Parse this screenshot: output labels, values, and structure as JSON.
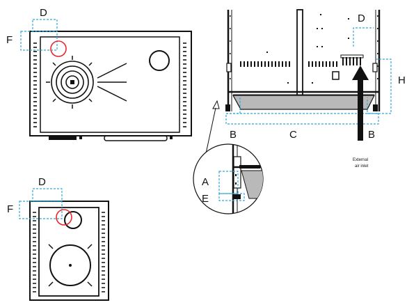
{
  "labels": {
    "top_left_D": "D",
    "top_left_F": "F",
    "bottom_left_D": "D",
    "bottom_left_F": "F",
    "right_D": "D",
    "right_H": "H",
    "right_B_left": "B",
    "right_C": "C",
    "right_B_right": "B",
    "detail_A": "A",
    "detail_E": "E",
    "air_inlet_line1": "External",
    "air_inlet_line2": "air inlet"
  },
  "colors": {
    "clearance_dash": "#31a8d8",
    "highlight_circle": "#e8262d",
    "outline": "#111111",
    "panel_gray": "#b9b9b9"
  }
}
